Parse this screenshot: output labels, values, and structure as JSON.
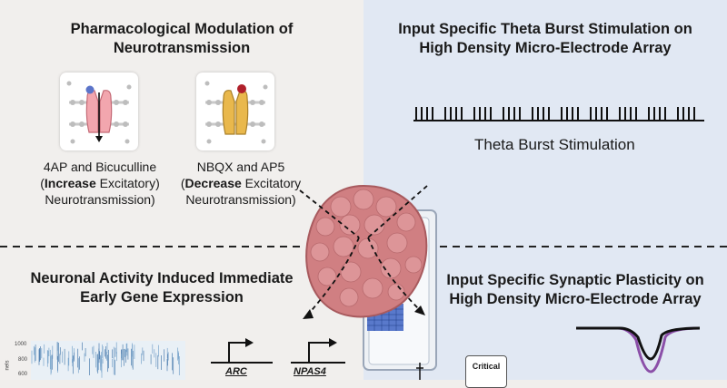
{
  "panels": {
    "top_left": {
      "title_line1": "Pharmacological Modulation of",
      "title_line2": "Neurotransmission",
      "drug1": {
        "line1": "4AP and Bicuculline",
        "line2_bold": "Increase",
        "line2_rest": " Excitatory)",
        "line2_open": "(",
        "line3": "Neurotransmission)"
      },
      "drug2": {
        "line1": "NBQX and AP5",
        "line2_bold": "Decrease",
        "line2_rest": " Excitatory",
        "line2_open": "(",
        "line3": "Neurotransmission)"
      }
    },
    "top_right": {
      "title_line1": "Input Specific Theta Burst Stimulation on",
      "title_line2": "High Density Micro-Electrode Array",
      "stimulus_label": "Theta Burst Stimulation"
    },
    "bottom_left": {
      "title_line1": "Neuronal Activity Induced Immediate",
      "title_line2": "Early Gene Expression",
      "raster_ticks": [
        "1000",
        "800",
        "600"
      ],
      "raster_axis_label": "nels",
      "genes": [
        "ARC",
        "NPAS4"
      ]
    },
    "bottom_right": {
      "title_line1": "Input Specific Synaptic Plasticity on",
      "title_line2": "High Density Micro-Electrode Array",
      "critical_label": "Critical"
    }
  },
  "colors": {
    "panel_left": "#f1efed",
    "panel_right": "#e1e8f3",
    "organoid": "#d07f82",
    "channel_pink": "#f2a6ae",
    "channel_gold": "#e9b84c",
    "trace_purple": "#8b4fa8",
    "electrode_blue": "#3d63c2"
  },
  "icons": [
    "ion-channel-icon",
    "organoid-icon",
    "promoter-arrow-icon",
    "mea-chip-icon"
  ]
}
